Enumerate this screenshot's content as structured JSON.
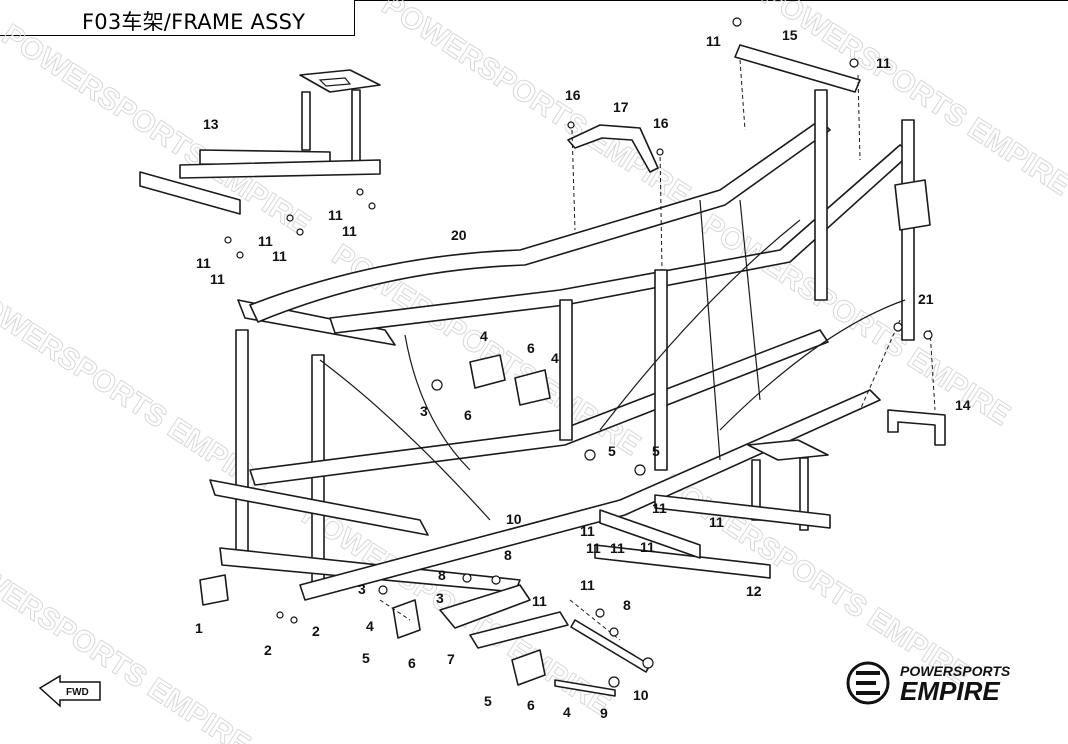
{
  "header": {
    "title": "F03车架/FRAME ASSY"
  },
  "watermark": {
    "text": "POWERSPORTS EMPIRE",
    "color": "#d8d8d8"
  },
  "logo": {
    "line1": "POWERSPORTS",
    "line2": "EMPIRE"
  },
  "fwd_badge": {
    "label": "FWD"
  },
  "callouts": [
    {
      "id": "c1",
      "label": "1"
    },
    {
      "id": "c2a",
      "label": "2"
    },
    {
      "id": "c2b",
      "label": "2"
    },
    {
      "id": "c3a",
      "label": "3"
    },
    {
      "id": "c3b",
      "label": "3"
    },
    {
      "id": "c3c",
      "label": "3"
    },
    {
      "id": "c4a",
      "label": "4"
    },
    {
      "id": "c4b",
      "label": "4"
    },
    {
      "id": "c4c",
      "label": "4"
    },
    {
      "id": "c4d",
      "label": "4"
    },
    {
      "id": "c5a",
      "label": "5"
    },
    {
      "id": "c5b",
      "label": "5"
    },
    {
      "id": "c5c",
      "label": "5"
    },
    {
      "id": "c5d",
      "label": "5"
    },
    {
      "id": "c6a",
      "label": "6"
    },
    {
      "id": "c6b",
      "label": "6"
    },
    {
      "id": "c6c",
      "label": "6"
    },
    {
      "id": "c6d",
      "label": "6"
    },
    {
      "id": "c7",
      "label": "7"
    },
    {
      "id": "c8a",
      "label": "8"
    },
    {
      "id": "c8b",
      "label": "8"
    },
    {
      "id": "c8c",
      "label": "8"
    },
    {
      "id": "c9",
      "label": "9"
    },
    {
      "id": "c10a",
      "label": "10"
    },
    {
      "id": "c10b",
      "label": "10"
    },
    {
      "id": "c11a",
      "label": "11"
    },
    {
      "id": "c11b",
      "label": "11"
    },
    {
      "id": "c11c",
      "label": "11"
    },
    {
      "id": "c11d",
      "label": "11"
    },
    {
      "id": "c11e",
      "label": "11"
    },
    {
      "id": "c11f",
      "label": "11"
    },
    {
      "id": "c11g",
      "label": "11"
    },
    {
      "id": "c11h",
      "label": "11"
    },
    {
      "id": "c11i",
      "label": "11"
    },
    {
      "id": "c11j",
      "label": "11"
    },
    {
      "id": "c11k",
      "label": "11"
    },
    {
      "id": "c11l",
      "label": "11"
    },
    {
      "id": "c11m",
      "label": "11"
    },
    {
      "id": "c11n",
      "label": "11"
    },
    {
      "id": "c11o",
      "label": "11"
    },
    {
      "id": "c11p",
      "label": "11"
    },
    {
      "id": "c12",
      "label": "12"
    },
    {
      "id": "c13",
      "label": "13"
    },
    {
      "id": "c14",
      "label": "14"
    },
    {
      "id": "c15",
      "label": "15"
    },
    {
      "id": "c16a",
      "label": "16"
    },
    {
      "id": "c16b",
      "label": "16"
    },
    {
      "id": "c17",
      "label": "17"
    },
    {
      "id": "c20",
      "label": "20"
    },
    {
      "id": "c21",
      "label": "21"
    }
  ]
}
